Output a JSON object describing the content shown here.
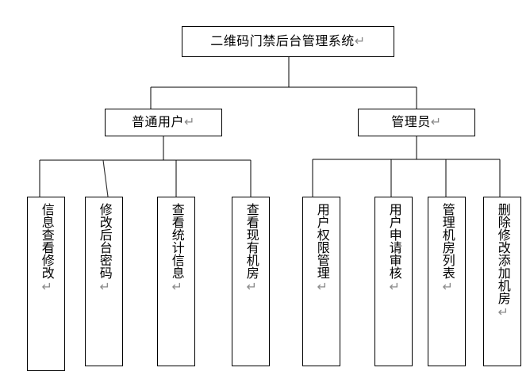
{
  "diagram": {
    "type": "tree",
    "title_text": "二维码门禁后台管理系统↵",
    "return_mark": "↵",
    "colors": {
      "stroke": "#000000",
      "background": "#ffffff",
      "return_mark": "#8a8a8a"
    },
    "root": {
      "label": "二维码门禁后台管理系统↵"
    },
    "branches": [
      {
        "label": "普通用户↵",
        "children": [
          {
            "label": "信息查看修改↵"
          },
          {
            "label": "修改后台密码↵"
          },
          {
            "label": "查看统计信息↵"
          },
          {
            "label": "查看现有机房↵"
          }
        ]
      },
      {
        "label": "管理员↵",
        "children": [
          {
            "label": "用户权限管理↵"
          },
          {
            "label": "用户申请审核↵"
          },
          {
            "label": "管理机房列表↵"
          },
          {
            "label": "删除修改添加机房↵"
          }
        ]
      }
    ]
  }
}
